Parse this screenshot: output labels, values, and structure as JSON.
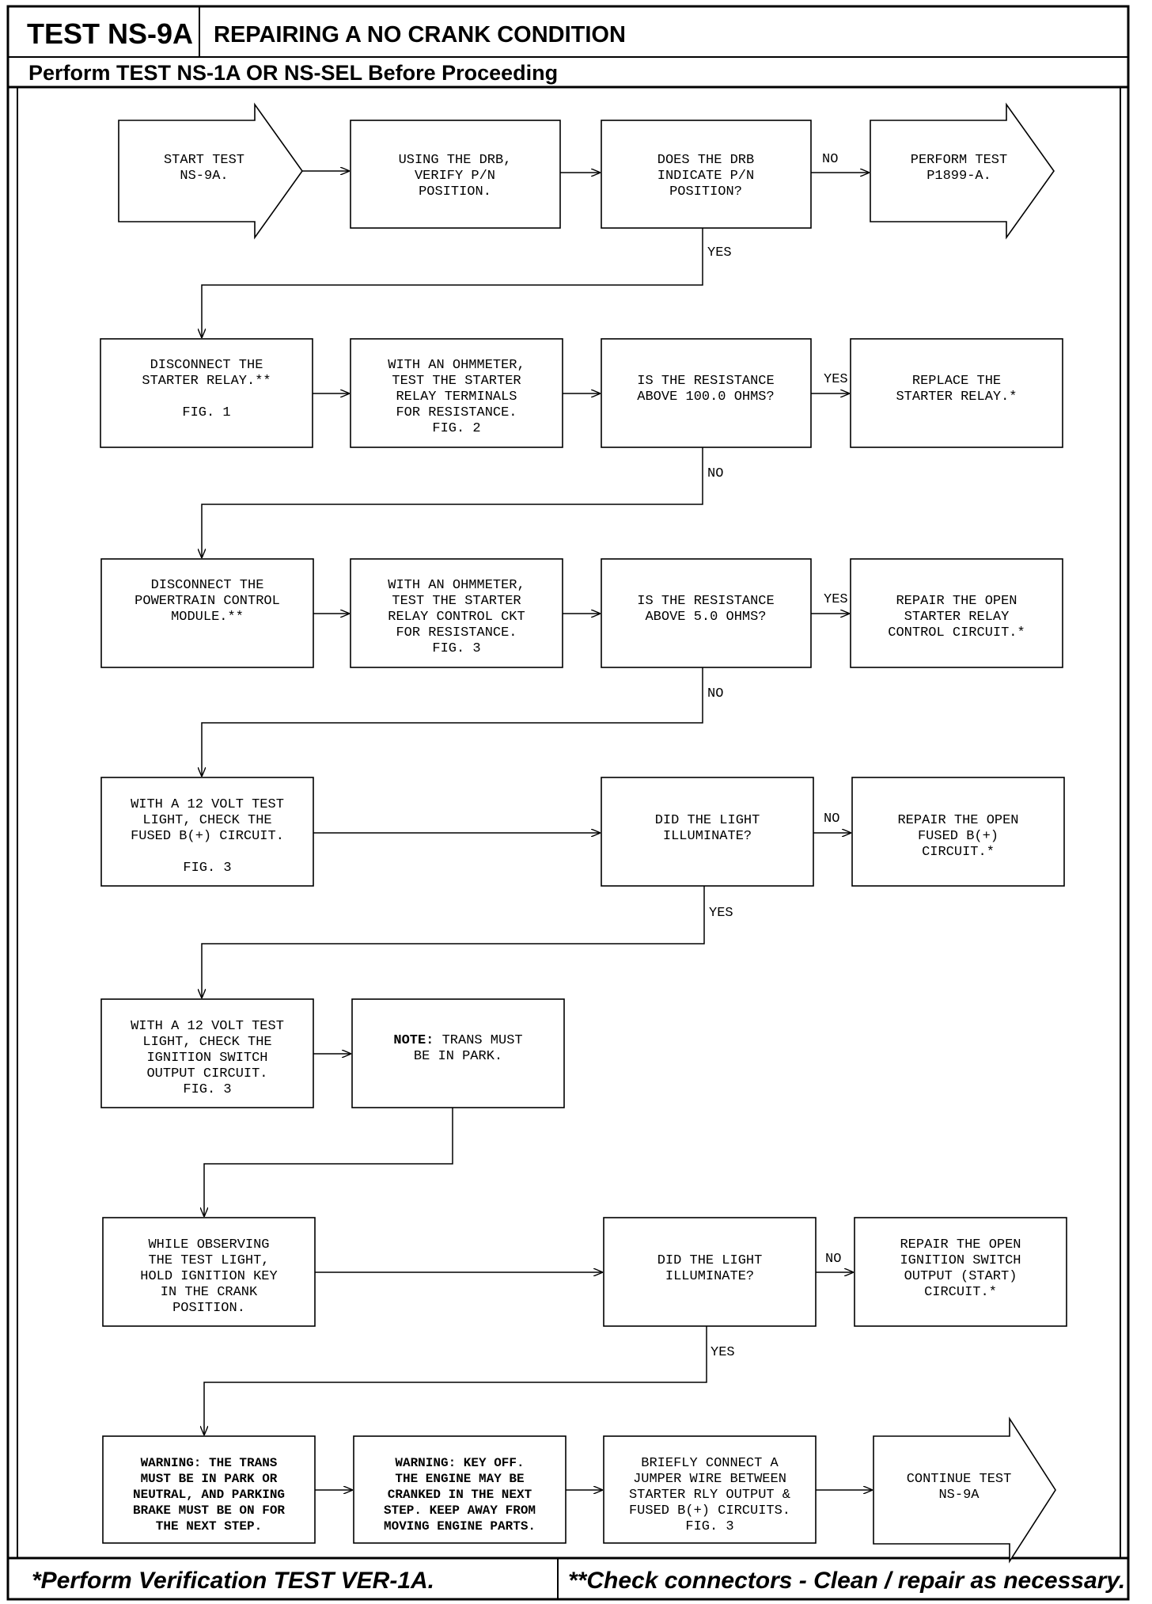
{
  "header": {
    "test_id": "TEST NS-9A",
    "title": "REPAIRING A NO CRANK CONDITION",
    "prerequisite": "Perform TEST NS-1A OR NS-SEL Before Proceeding"
  },
  "footer": {
    "left": "*Perform Verification TEST VER-1A.",
    "right": "**Check connectors - Clean / repair as necessary."
  },
  "flow": {
    "start": {
      "lines": [
        "START TEST",
        "NS-9A."
      ]
    },
    "verify_pn": {
      "lines": [
        "USING THE DRB,",
        "VERIFY P/N",
        "POSITION."
      ]
    },
    "drb_pn_question": {
      "lines": [
        "DOES THE DRB",
        "INDICATE P/N",
        "POSITION?"
      ]
    },
    "perform_p1899": {
      "lines": [
        "PERFORM TEST",
        "P1899-A."
      ]
    },
    "disconnect_relay": {
      "lines": [
        "DISCONNECT THE",
        "STARTER RELAY.**",
        "",
        "FIG. 1"
      ]
    },
    "test_relay_terminals": {
      "lines": [
        "WITH AN OHMMETER,",
        "TEST THE STARTER",
        "RELAY TERMINALS",
        "FOR RESISTANCE.",
        "FIG. 2"
      ]
    },
    "resistance_100_question": {
      "lines": [
        "IS THE RESISTANCE",
        "ABOVE 100.0 OHMS?"
      ]
    },
    "replace_relay": {
      "lines": [
        "REPLACE THE",
        "STARTER RELAY.*"
      ]
    },
    "disconnect_pcm": {
      "lines": [
        "DISCONNECT THE",
        "POWERTRAIN CONTROL",
        "MODULE.**"
      ]
    },
    "test_relay_ckt": {
      "lines": [
        "WITH AN OHMMETER,",
        "TEST THE STARTER",
        "RELAY CONTROL CKT",
        "FOR RESISTANCE.",
        "FIG. 3"
      ]
    },
    "resistance_5_question": {
      "lines": [
        "IS THE RESISTANCE",
        "ABOVE 5.0 OHMS?"
      ]
    },
    "repair_relay_ckt": {
      "lines": [
        "REPAIR THE OPEN",
        "STARTER RELAY",
        "CONTROL CIRCUIT.*"
      ]
    },
    "check_fused_b": {
      "lines": [
        "WITH A 12 VOLT TEST",
        "LIGHT, CHECK THE",
        "FUSED B(+) CIRCUIT.",
        "",
        "FIG. 3"
      ]
    },
    "light_question_1": {
      "lines": [
        "DID THE LIGHT",
        "ILLUMINATE?"
      ]
    },
    "repair_fused_b": {
      "lines": [
        "REPAIR THE OPEN",
        "FUSED B(+)",
        "CIRCUIT.*"
      ]
    },
    "check_ign_switch": {
      "lines": [
        "WITH A 12 VOLT TEST",
        "LIGHT, CHECK THE",
        "IGNITION SWITCH",
        "OUTPUT CIRCUIT.",
        "FIG. 3"
      ]
    },
    "note_park": {
      "lines": [
        "NOTE: TRANS MUST",
        "BE IN PARK."
      ]
    },
    "hold_key": {
      "lines": [
        "WHILE OBSERVING",
        "THE TEST LIGHT,",
        "HOLD IGNITION KEY",
        "IN THE CRANK",
        "POSITION."
      ]
    },
    "light_question_2": {
      "lines": [
        "DID THE LIGHT",
        "ILLUMINATE?"
      ]
    },
    "repair_ign_output": {
      "lines": [
        "REPAIR THE OPEN",
        "IGNITION SWITCH",
        "OUTPUT (START)",
        "CIRCUIT.*"
      ]
    },
    "warning_trans": {
      "lines": [
        "WARNING: THE TRANS",
        "MUST BE IN PARK OR",
        "NEUTRAL, AND PARKING",
        "BRAKE MUST BE ON FOR",
        "THE NEXT STEP."
      ]
    },
    "warning_key_off": {
      "lines": [
        "WARNING: KEY OFF.",
        "THE ENGINE MAY BE",
        "CRANKED IN THE NEXT",
        "STEP. KEEP AWAY FROM",
        "MOVING ENGINE PARTS."
      ]
    },
    "jumper_wire": {
      "lines": [
        "BRIEFLY CONNECT A",
        "JUMPER WIRE BETWEEN",
        "STARTER RLY OUTPUT &",
        "FUSED B(+) CIRCUITS.",
        "FIG. 3"
      ]
    },
    "continue": {
      "lines": [
        "CONTINUE TEST",
        "NS-9A"
      ]
    }
  },
  "labels": {
    "yes": "YES",
    "no": "NO"
  }
}
